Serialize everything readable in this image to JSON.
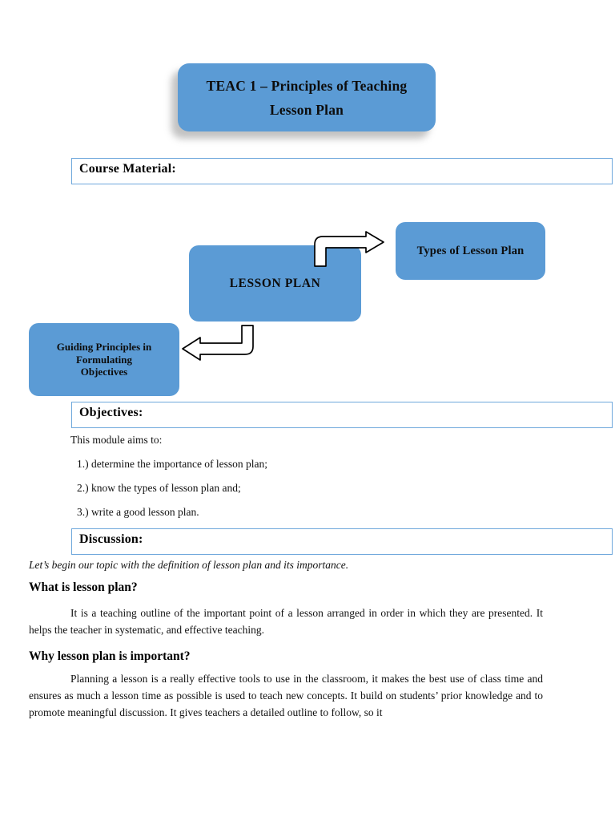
{
  "document": {
    "title_box": {
      "line1": "TEAC 1 – Principles of Teaching",
      "line2": "Lesson Plan"
    },
    "sections": {
      "course_material_label": "Course Material:",
      "objectives_label": "Objectives:",
      "discussion_label": "Discussion:"
    },
    "diagram": {
      "center_label": "LESSON PLAN",
      "right_label": "Types of Lesson Plan",
      "left_label_line1": "Guiding Principles in",
      "left_label_line2": "Formulating",
      "left_label_line3": "Objectives",
      "arrow_top_name": "elbow-arrow-up-right",
      "arrow_bottom_name": "elbow-arrow-down-left"
    },
    "objectives": {
      "intro": "This module aims to:",
      "items": [
        "1.) determine the importance of lesson plan;",
        "2.) know the types of lesson plan and;",
        "3.) write a good lesson plan."
      ]
    },
    "discussion": {
      "lead_in": "Let’s begin our topic with the definition of lesson plan and its importance.",
      "heading_what": "What is lesson plan?",
      "paragraph_what": "It is a teaching outline of the important point of a lesson arranged in order in which they are presented. It helps the teacher in systematic, and effective teaching.",
      "heading_why": "Why lesson plan is important?",
      "paragraph_why": "Planning a lesson is a really effective tools to use in the classroom, it makes the best use of class time and ensures as much a lesson time as possible is used to teach new concepts. It build on students’ prior knowledge and to promote meaningful discussion. It gives teachers a detailed outline to follow, so it"
    },
    "colors": {
      "shape_fill": "#5B9BD5",
      "box_border": "#6FA8DC",
      "page_background": "#FFFFFF",
      "text": "#111111"
    }
  }
}
